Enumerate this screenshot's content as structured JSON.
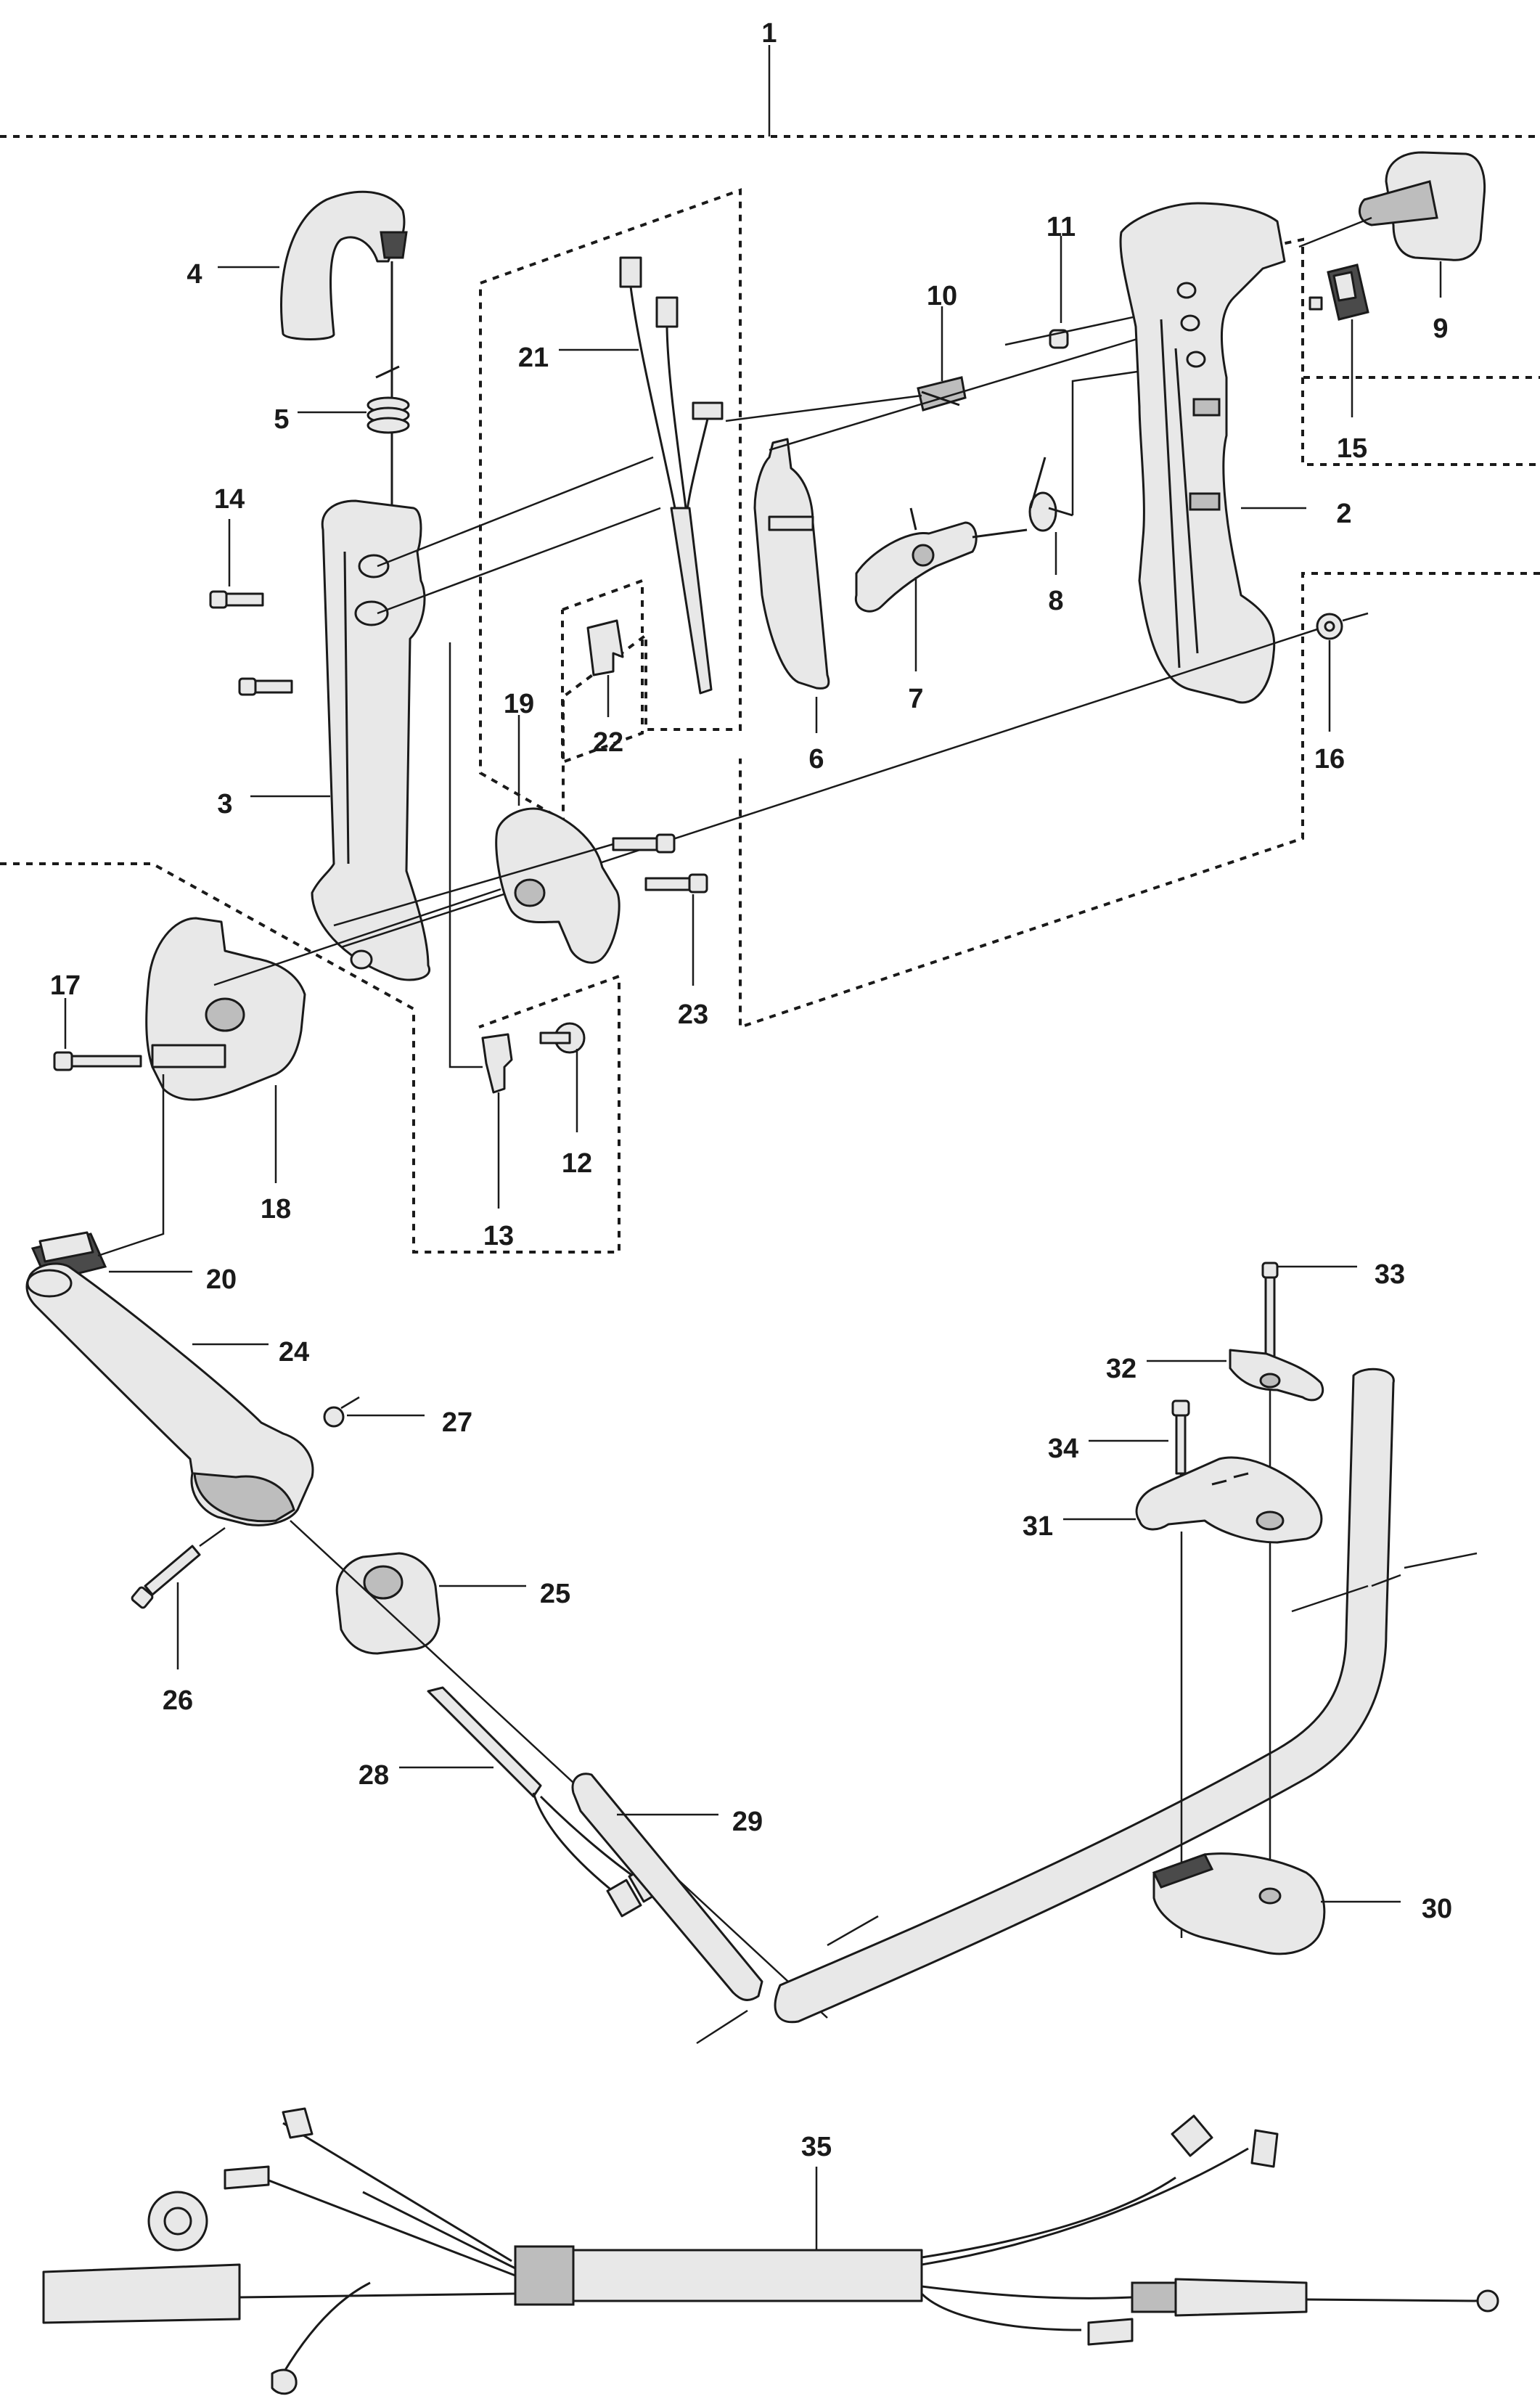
{
  "callouts": [
    {
      "id": "1",
      "label": "1"
    },
    {
      "id": "2",
      "label": "2"
    },
    {
      "id": "3",
      "label": "3"
    },
    {
      "id": "4",
      "label": "4"
    },
    {
      "id": "5",
      "label": "5"
    },
    {
      "id": "6",
      "label": "6"
    },
    {
      "id": "7",
      "label": "7"
    },
    {
      "id": "8",
      "label": "8"
    },
    {
      "id": "9",
      "label": "9"
    },
    {
      "id": "10",
      "label": "10"
    },
    {
      "id": "11",
      "label": "11"
    },
    {
      "id": "12",
      "label": "12"
    },
    {
      "id": "13",
      "label": "13"
    },
    {
      "id": "14",
      "label": "14"
    },
    {
      "id": "15",
      "label": "15"
    },
    {
      "id": "16",
      "label": "16"
    },
    {
      "id": "17",
      "label": "17"
    },
    {
      "id": "18",
      "label": "18"
    },
    {
      "id": "19",
      "label": "19"
    },
    {
      "id": "20",
      "label": "20"
    },
    {
      "id": "21",
      "label": "21"
    },
    {
      "id": "22",
      "label": "22"
    },
    {
      "id": "23",
      "label": "23"
    },
    {
      "id": "24",
      "label": "24"
    },
    {
      "id": "25",
      "label": "25"
    },
    {
      "id": "26",
      "label": "26"
    },
    {
      "id": "27",
      "label": "27"
    },
    {
      "id": "28",
      "label": "28"
    },
    {
      "id": "29",
      "label": "29"
    },
    {
      "id": "30",
      "label": "30"
    },
    {
      "id": "31",
      "label": "31"
    },
    {
      "id": "32",
      "label": "32"
    },
    {
      "id": "33",
      "label": "33"
    },
    {
      "id": "34",
      "label": "34"
    },
    {
      "id": "35",
      "label": "35"
    }
  ]
}
